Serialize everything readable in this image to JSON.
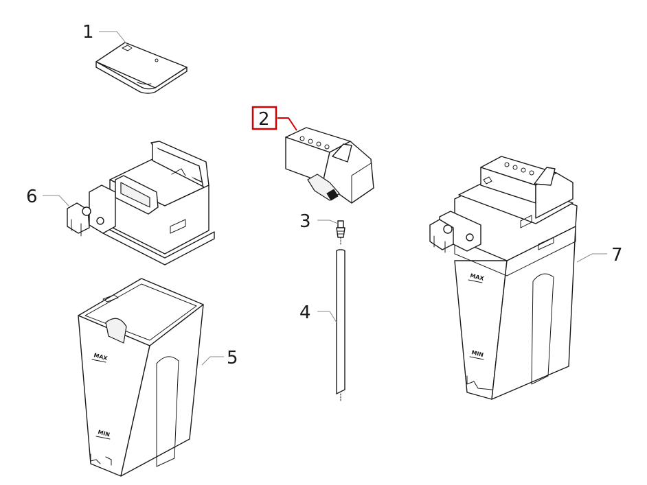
{
  "callouts": {
    "c1": "1",
    "c2": "2",
    "c3": "3",
    "c4": "4",
    "c5": "5",
    "c6": "6",
    "c7": "7"
  },
  "markings": {
    "max": "MAX",
    "min": "MIN"
  },
  "highlight": {
    "callout": "2",
    "color": "#d40000"
  },
  "colors": {
    "line": "#1a1a1a",
    "leader": "#8a8a8a"
  }
}
